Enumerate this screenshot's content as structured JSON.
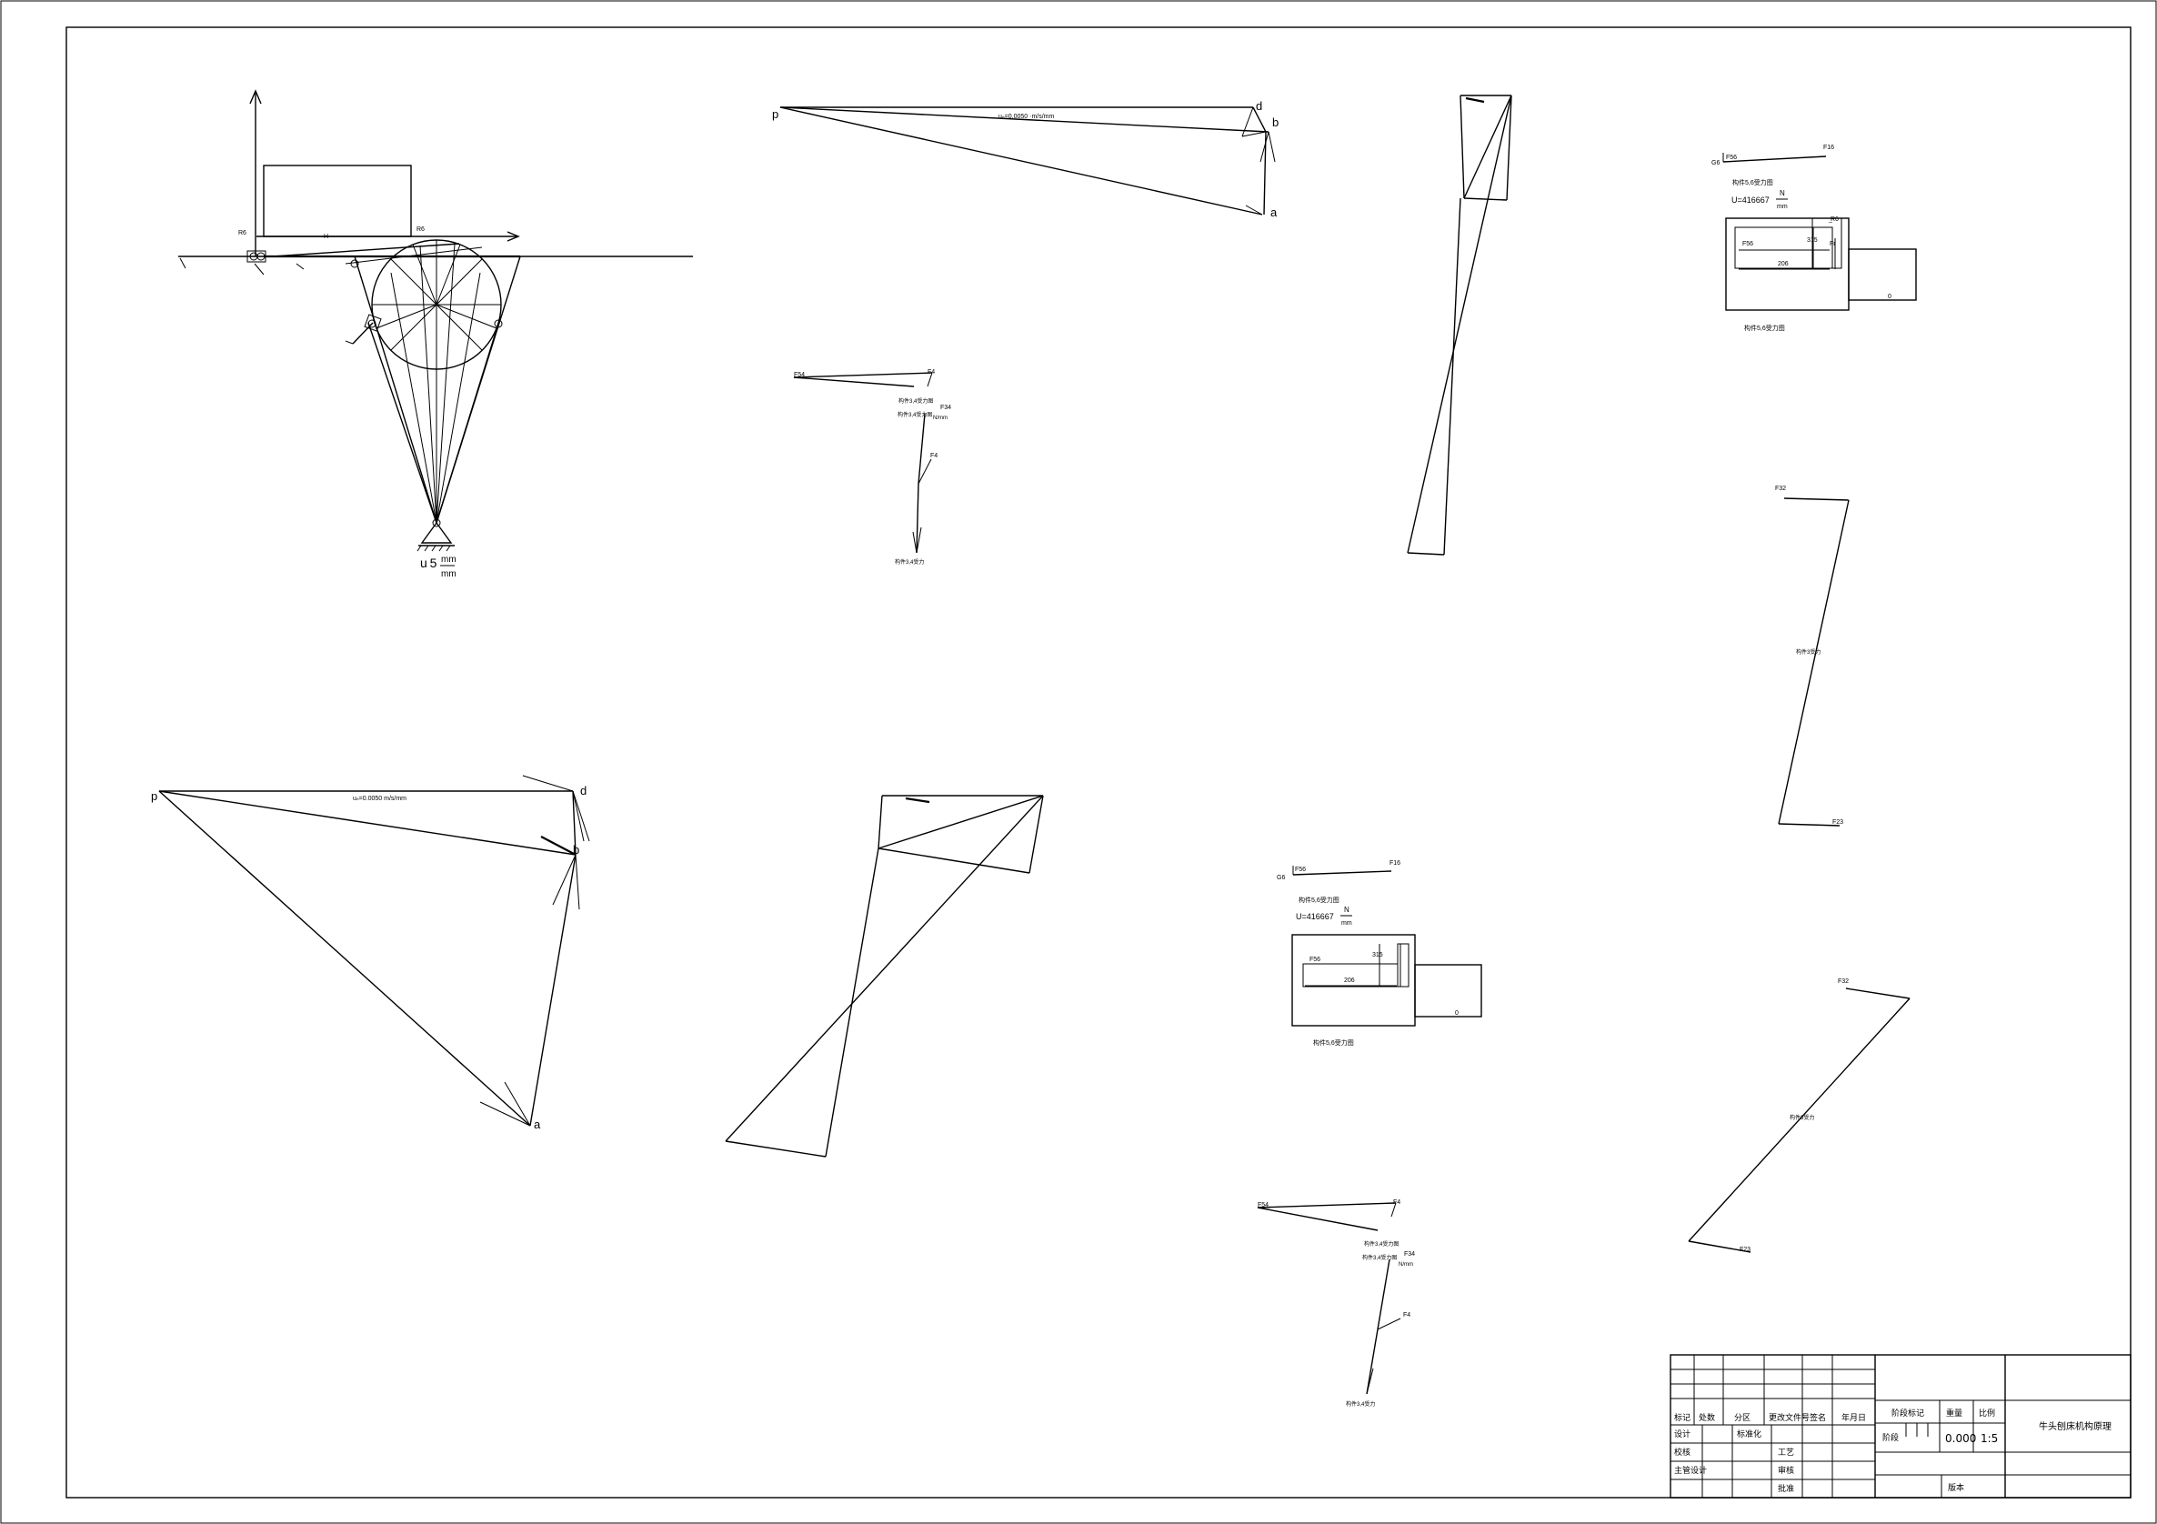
{
  "drawing": {
    "mechanism": {
      "scale_prefix": "u 5",
      "scale_num": "mm",
      "scale_den": "mm"
    },
    "vel_poly_1": {
      "p": "p",
      "d": "d",
      "b": "b",
      "a": "a",
      "scale": "uₙ=0.0050 ·m/s/mm"
    },
    "vel_poly_2": {
      "p": "p",
      "d": "d",
      "b": "b",
      "a": "a",
      "scale": "uₙ=0.0050 m/s/mm"
    },
    "force_group_1": {
      "gravity": "G6",
      "f_a": "F56",
      "f_b": "F16",
      "caption_top": "构件5,6受力图",
      "scale": "U=416667",
      "scale_num": "N",
      "scale_den": "mm",
      "dim_top": "̲R6",
      "dim_e": "Fr",
      "dim_w": "206",
      "dim_h": "315",
      "left_label": "F56",
      "right_label": "0",
      "caption_bottom": "构件5,6受力图"
    },
    "force_group_2": {
      "gravity": "G6",
      "f_a": "F56",
      "f_b": "F16",
      "caption_top": "构件5,6受力图",
      "scale": "U=416667",
      "scale_num": "N",
      "scale_den": "mm",
      "dim_w": "206",
      "dim_h": "315",
      "left_label": "F56",
      "right_label": "0",
      "caption_bottom": "构件5,6受力图"
    },
    "crank_force_1": {
      "f54": "F54",
      "f4": "F4",
      "caption_a": "构件3,4受力图",
      "caption_b": "构件3,4受力图",
      "f34": "F34",
      "unit": "N/mm",
      "f_low": "F4",
      "caption_c": "构件3,4受力"
    },
    "crank_force_2": {
      "f54": "F54",
      "f4": "F4",
      "caption_a": "构件3,4受力图",
      "caption_b": "构件3,4受力图",
      "f34": "F34",
      "unit": "N/mm",
      "f_low": "F4",
      "caption_c": "构件3,4受力"
    },
    "force_line_1": {
      "top": "F32",
      "mid": "构件3受力",
      "bottom": "F23"
    },
    "force_line_2": {
      "top": "F32",
      "mid": "构件3受力",
      "bottom": "F23"
    }
  },
  "title_block": {
    "headers": [
      "标记",
      "处数",
      "分区",
      "更改文件号",
      "签名",
      "年月日"
    ],
    "row_design": "设计",
    "row_std": "标准化",
    "row_check": "校核",
    "row_craft": "工艺",
    "row_main": "主管设计",
    "row_review": "审核",
    "row_approve": "批准",
    "stage_label": "阶段标记",
    "weight_label": "重量",
    "scale_label": "比例",
    "weight_value": "0.000",
    "scale_value": "1:5",
    "version_label": "版本",
    "title": "牛头刨床机构原理",
    "stage_row": "阶段"
  }
}
